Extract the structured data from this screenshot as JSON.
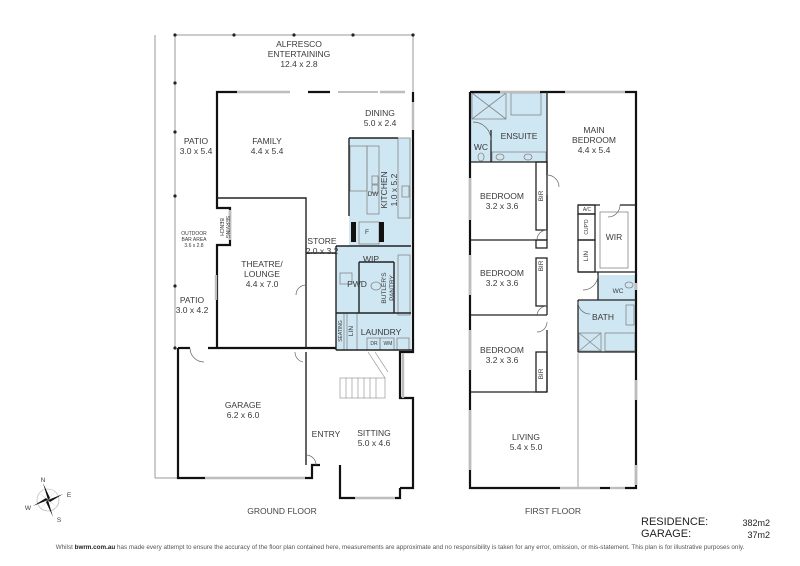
{
  "ground_floor": {
    "title": "GROUND FLOOR",
    "rooms": {
      "alfresco": {
        "name": "ALFRESCO\nENTERTAINING",
        "name1": "ALFRESCO",
        "name2": "ENTERTAINING",
        "size": "12.4 x 2.8"
      },
      "dining": {
        "name": "DINING",
        "size": "5.0 x 2.4"
      },
      "patio_top": {
        "name": "PATIO",
        "size": "3.0 x 5.4"
      },
      "family": {
        "name": "FAMILY",
        "size": "4.4 x 5.4"
      },
      "kitchen": {
        "name": "KITCHEN",
        "size": "1.0 x 5.2"
      },
      "dw": {
        "name": "DW"
      },
      "fridge": {
        "name": "F"
      },
      "outdoor_bar": {
        "name1": "OUTDOOR",
        "name2": "BAR AREA",
        "size": "3.6 x 2.8"
      },
      "serving_bench": {
        "name1": "SERVING",
        "name2": "BENCH"
      },
      "store": {
        "name": "STORE",
        "size": "2.0 x 3.2"
      },
      "theatre": {
        "name1": "THEATRE/",
        "name2": "LOUNGE",
        "size": "4.4 x 7.0"
      },
      "wip": {
        "name": "WIP"
      },
      "pwd": {
        "name": "PWD"
      },
      "butlers_pantry": {
        "name1": "BUTLER'S",
        "name2": "PANTRY"
      },
      "patio_bottom": {
        "name": "PATIO",
        "size": "3.0 x 4.2"
      },
      "seating": {
        "name": "SEATING"
      },
      "lin": {
        "name": "LIN"
      },
      "laundry": {
        "name": "LAUNDRY"
      },
      "dr": {
        "name": "DR"
      },
      "wm": {
        "name": "WM"
      },
      "garage": {
        "name": "GARAGE",
        "size": "6.2 x 6.0"
      },
      "entry": {
        "name": "ENTRY"
      },
      "sitting": {
        "name": "SITTING",
        "size": "5.0 x 4.6"
      }
    }
  },
  "first_floor": {
    "title": "FIRST FLOOR",
    "rooms": {
      "ensuite": {
        "name": "ENSUITE"
      },
      "wc_ensuite": {
        "name": "WC"
      },
      "main_bedroom": {
        "name1": "MAIN",
        "name2": "BEDROOM",
        "size": "4.4 x 5.4"
      },
      "bedroom1": {
        "name": "BEDROOM",
        "size": "3.2 x 3.6"
      },
      "bir1": {
        "name": "BIR"
      },
      "ac": {
        "name": "A/C"
      },
      "cupd": {
        "name": "CUP'D"
      },
      "wir": {
        "name": "WIR"
      },
      "lin": {
        "name": "LIN"
      },
      "bedroom2": {
        "name": "BEDROOM",
        "size": "3.2 x 3.6"
      },
      "bir2": {
        "name": "BIR"
      },
      "wc": {
        "name": "WC"
      },
      "bath": {
        "name": "BATH"
      },
      "bedroom3": {
        "name": "BEDROOM",
        "size": "3.2 x 3.6"
      },
      "bir3": {
        "name": "BIR"
      },
      "living": {
        "name": "LIVING",
        "size": "5.4 x 5.0"
      }
    }
  },
  "compass": {
    "n": "N",
    "e": "E",
    "s": "S",
    "w": "W"
  },
  "areas": {
    "residence_label": "RESIDENCE:",
    "residence_value": "382m2",
    "garage_label": "GARAGE:",
    "garage_value": "37m2"
  },
  "disclaimer": {
    "prefix": "Whilst ",
    "brand": "bwrm.com.au",
    "text": " has made every attempt to ensure the accuracy of the floor plan contained here, measurements are approximate and no responsibility is taken for any error, omission, or mis-statement. This plan is for illustrative purposes only."
  },
  "colors": {
    "wet_area": "#cfe6f3",
    "wall": "#111111",
    "window": "#bfbfbf",
    "thin_line": "#888888"
  }
}
